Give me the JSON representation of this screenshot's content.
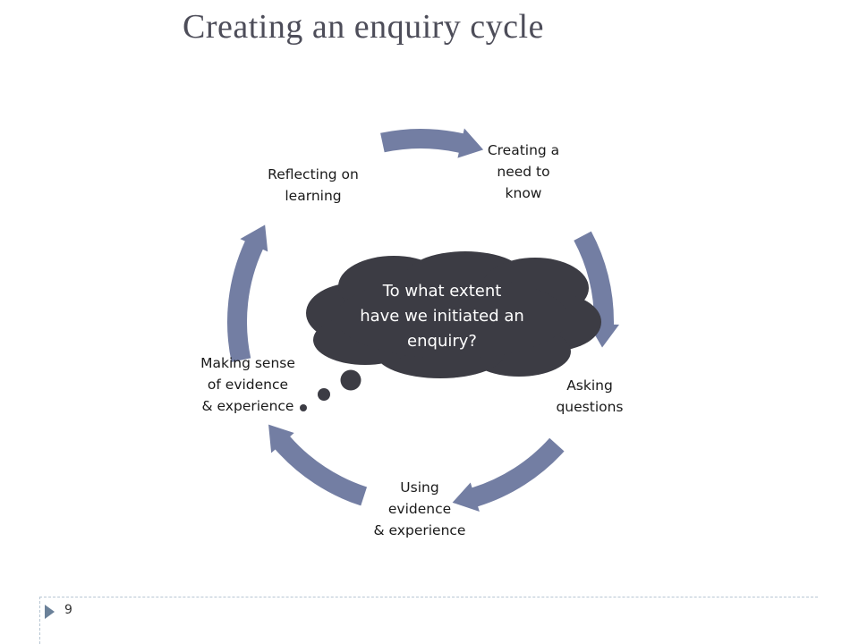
{
  "slide": {
    "title": "Creating an enquiry cycle",
    "page_number": "9"
  },
  "cycle": {
    "stages": [
      {
        "label": "Creating a\nneed to\nknow"
      },
      {
        "label": "Asking\nquestions"
      },
      {
        "label": "Using\nevidence\n& experience"
      },
      {
        "label": "Making sense\nof evidence\n& experience"
      },
      {
        "label": "Reflecting on\nlearning"
      }
    ],
    "thought_bubble": "To what extent\nhave we initiated an\nenquiry?"
  },
  "colors": {
    "arrow": "#737ea3",
    "cloud_fill": "#3c3c44",
    "title": "#4d4d59",
    "footer_accent": "#6b8199"
  }
}
